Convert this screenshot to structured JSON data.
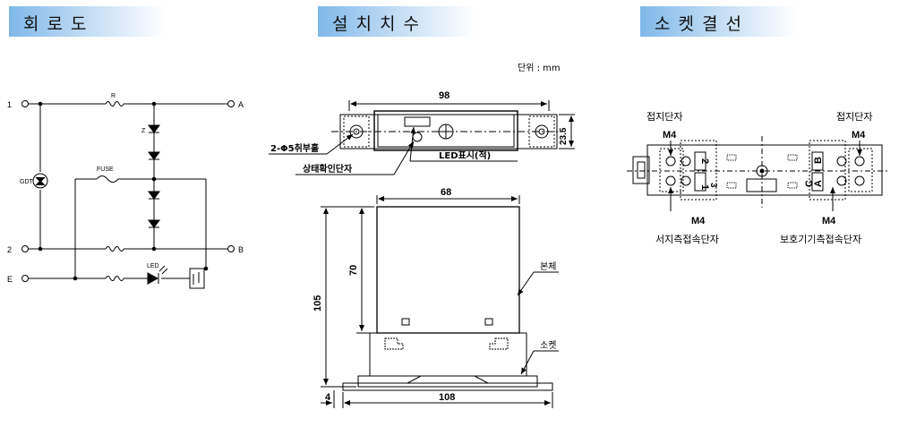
{
  "headers": {
    "circuit": "회로도",
    "dimensions": "설치치수",
    "socket": "소켓결선"
  },
  "circuit": {
    "terminal_1": "1",
    "terminal_2": "2",
    "terminal_E": "E",
    "terminal_A": "A",
    "terminal_B": "B",
    "resistor_R": "R",
    "zener_Z": "Z",
    "gdt": "GDT",
    "fuse": "FUSE",
    "led": "LED"
  },
  "dimensions": {
    "unit": "단위 : mm",
    "width_top": "98",
    "height_top": "23.5",
    "mount_holes": "2-Φ5취부홀",
    "status_terminal": "상태확인단자",
    "led_display": "LED표시(적)",
    "body_width": "68",
    "body_height": "70",
    "total_height": "105",
    "body_label": "본체",
    "socket_label": "소켓",
    "offset": "4",
    "base_width": "108"
  },
  "socket": {
    "ground_left": "접지단자",
    "ground_right": "접지단자",
    "m4_top_left": "M4",
    "m4_top_right": "M4",
    "m4_bottom_left": "M4",
    "m4_bottom_right": "M4",
    "line_side": "서지측접속단자",
    "equipment_side": "보호기기측접속단자",
    "pin_2": "2",
    "pin_3": "3",
    "pin_1": "1",
    "pin_B": "B",
    "pin_C": "C",
    "pin_A": "A"
  }
}
